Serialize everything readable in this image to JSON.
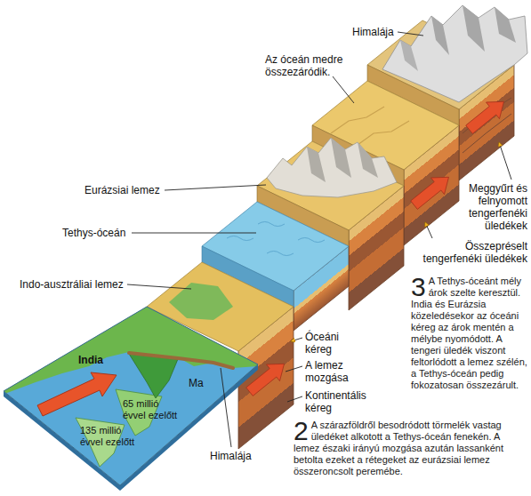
{
  "diagram": {
    "labels": [
      "Himalája",
      "Az óceán medre összezáródik.",
      "Meggyűrt és felnyomott tengerfenéki üledékek",
      "Eurázsiai lemez",
      "Tethys-óceán",
      "Összepréselt tengerfenéki üledékek",
      "3",
      "A Tethys-óceánt mély árok szelte keresztül. India és Eurázsia közeledésekor az óceáni kéreg az árok mentén a mélybe nyomódott. A tengeri üledék viszont feltorlódott a lemez szélén, a Tethys-óceán pedig fokozatosan összezárult.",
      "Indo-ausztráliai lemez",
      "Óceáni kéreg",
      "India",
      "A lemez mozgása",
      "Kontinentális kéreg",
      "Ma",
      "65 millió évvel ezelőtt",
      "135 millió évvel ezelőtt",
      "2",
      "A szárazföldről besodródott törmelék vastag üledéket alkotott a Tethys-óceán fenekén. A lemez északi irányú mozgása azután lassanként betolta ezeket a rétegeket az eurázsiai lemez összeroncsolt peremébe.",
      "Himalája"
    ]
  }
}
